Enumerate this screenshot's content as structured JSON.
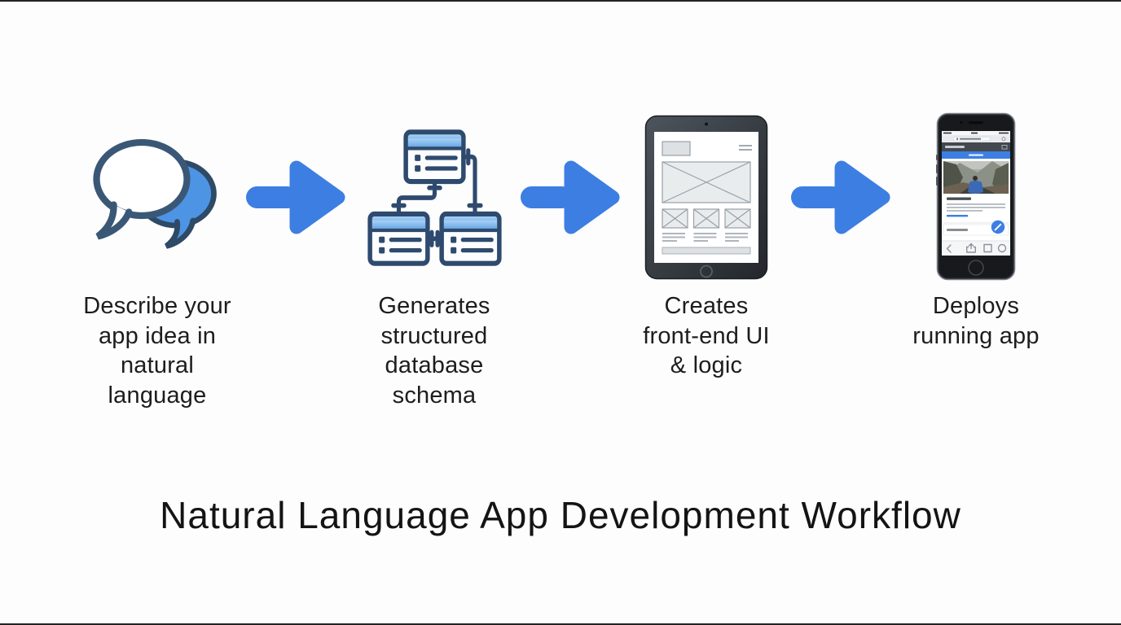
{
  "meta": {
    "background": "#fdfdfd",
    "accent_blue": "#3d7ee2",
    "outline_navy": "#2e4a6e",
    "text_color": "#1d1d1d"
  },
  "title": "Natural Language App Development Workflow",
  "steps": [
    {
      "id": "describe",
      "icon": "chat-bubbles-icon",
      "label": "Describe your\napp idea in\nnatural\nlanguage"
    },
    {
      "id": "schema",
      "icon": "database-schema-icon",
      "label": "Generates\nstructured\ndatabase\nschema"
    },
    {
      "id": "frontend",
      "icon": "tablet-wireframe-icon",
      "label": "Creates\nfront-end UI\n& logic"
    },
    {
      "id": "deploy",
      "icon": "smartphone-app-icon",
      "label": "Deploys\nrunning app"
    }
  ],
  "arrow": {
    "icon": "arrow-right-icon",
    "color": "#3d7ee2",
    "count": 3
  }
}
